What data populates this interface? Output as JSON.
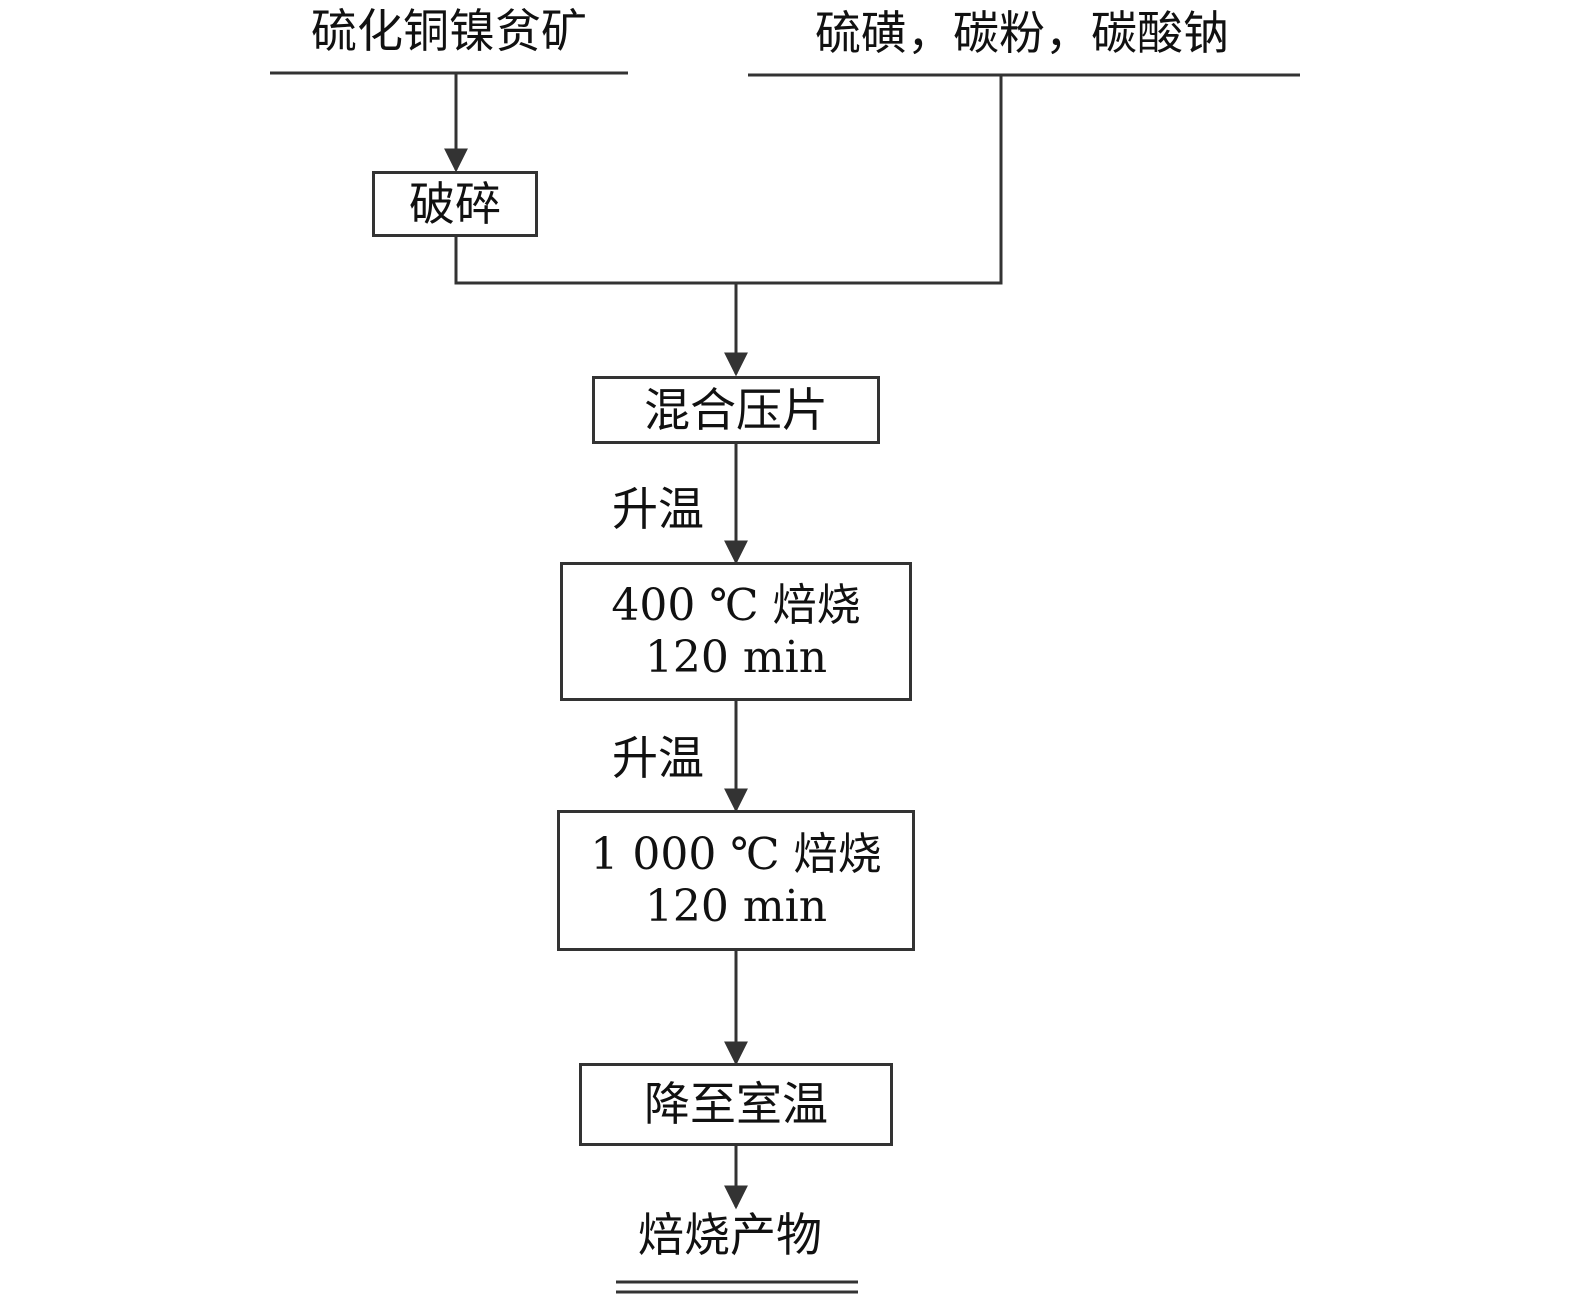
{
  "inputs": {
    "ore": "硫化铜镍贫矿",
    "reagents": "硫磺，碳粉，碳酸钠"
  },
  "steps": {
    "crush": "破碎",
    "mix_press": "混合压片",
    "roast1_line1": "400 ℃ 焙烧",
    "roast1_line2": "120 min",
    "roast2_line1": "1 000 ℃ 焙烧",
    "roast2_line2": "120 min",
    "cool": "降至室温"
  },
  "edge_labels": {
    "heat_up_1": "升温",
    "heat_up_2": "升温"
  },
  "output": {
    "product": "焙烧产物"
  }
}
